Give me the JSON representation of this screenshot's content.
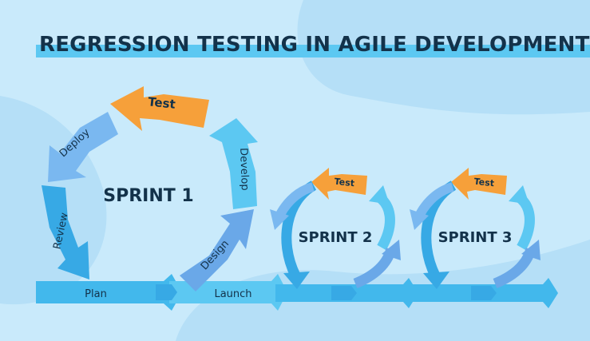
{
  "title": "REGRESSION TESTING IN AGILE DEVELOPMENT",
  "sprints": [
    {
      "name": "SPRINT 1",
      "stages": {
        "test": "Test",
        "deploy": "Deploy",
        "review": "Review",
        "develop": "Develop",
        "design": "Design"
      }
    },
    {
      "name": "SPRINT 2",
      "stages": {
        "test": "Test"
      }
    },
    {
      "name": "SPRINT 3",
      "stages": {
        "test": "Test"
      }
    }
  ],
  "timeline": {
    "plan": "Plan",
    "launch": "Launch"
  },
  "colors": {
    "background": "#c9eafb",
    "blob": "#b5dff7",
    "test_arrow": "#f6a03a",
    "deploy_arrow": "#7ab8f0",
    "review_arrow": "#37a9e5",
    "develop_arrow": "#5cc8f2",
    "design_arrow": "#6aa8e8",
    "timeline": "#42b8ec",
    "title_text": "#13324a",
    "title_highlight": "#5cc8f2"
  }
}
